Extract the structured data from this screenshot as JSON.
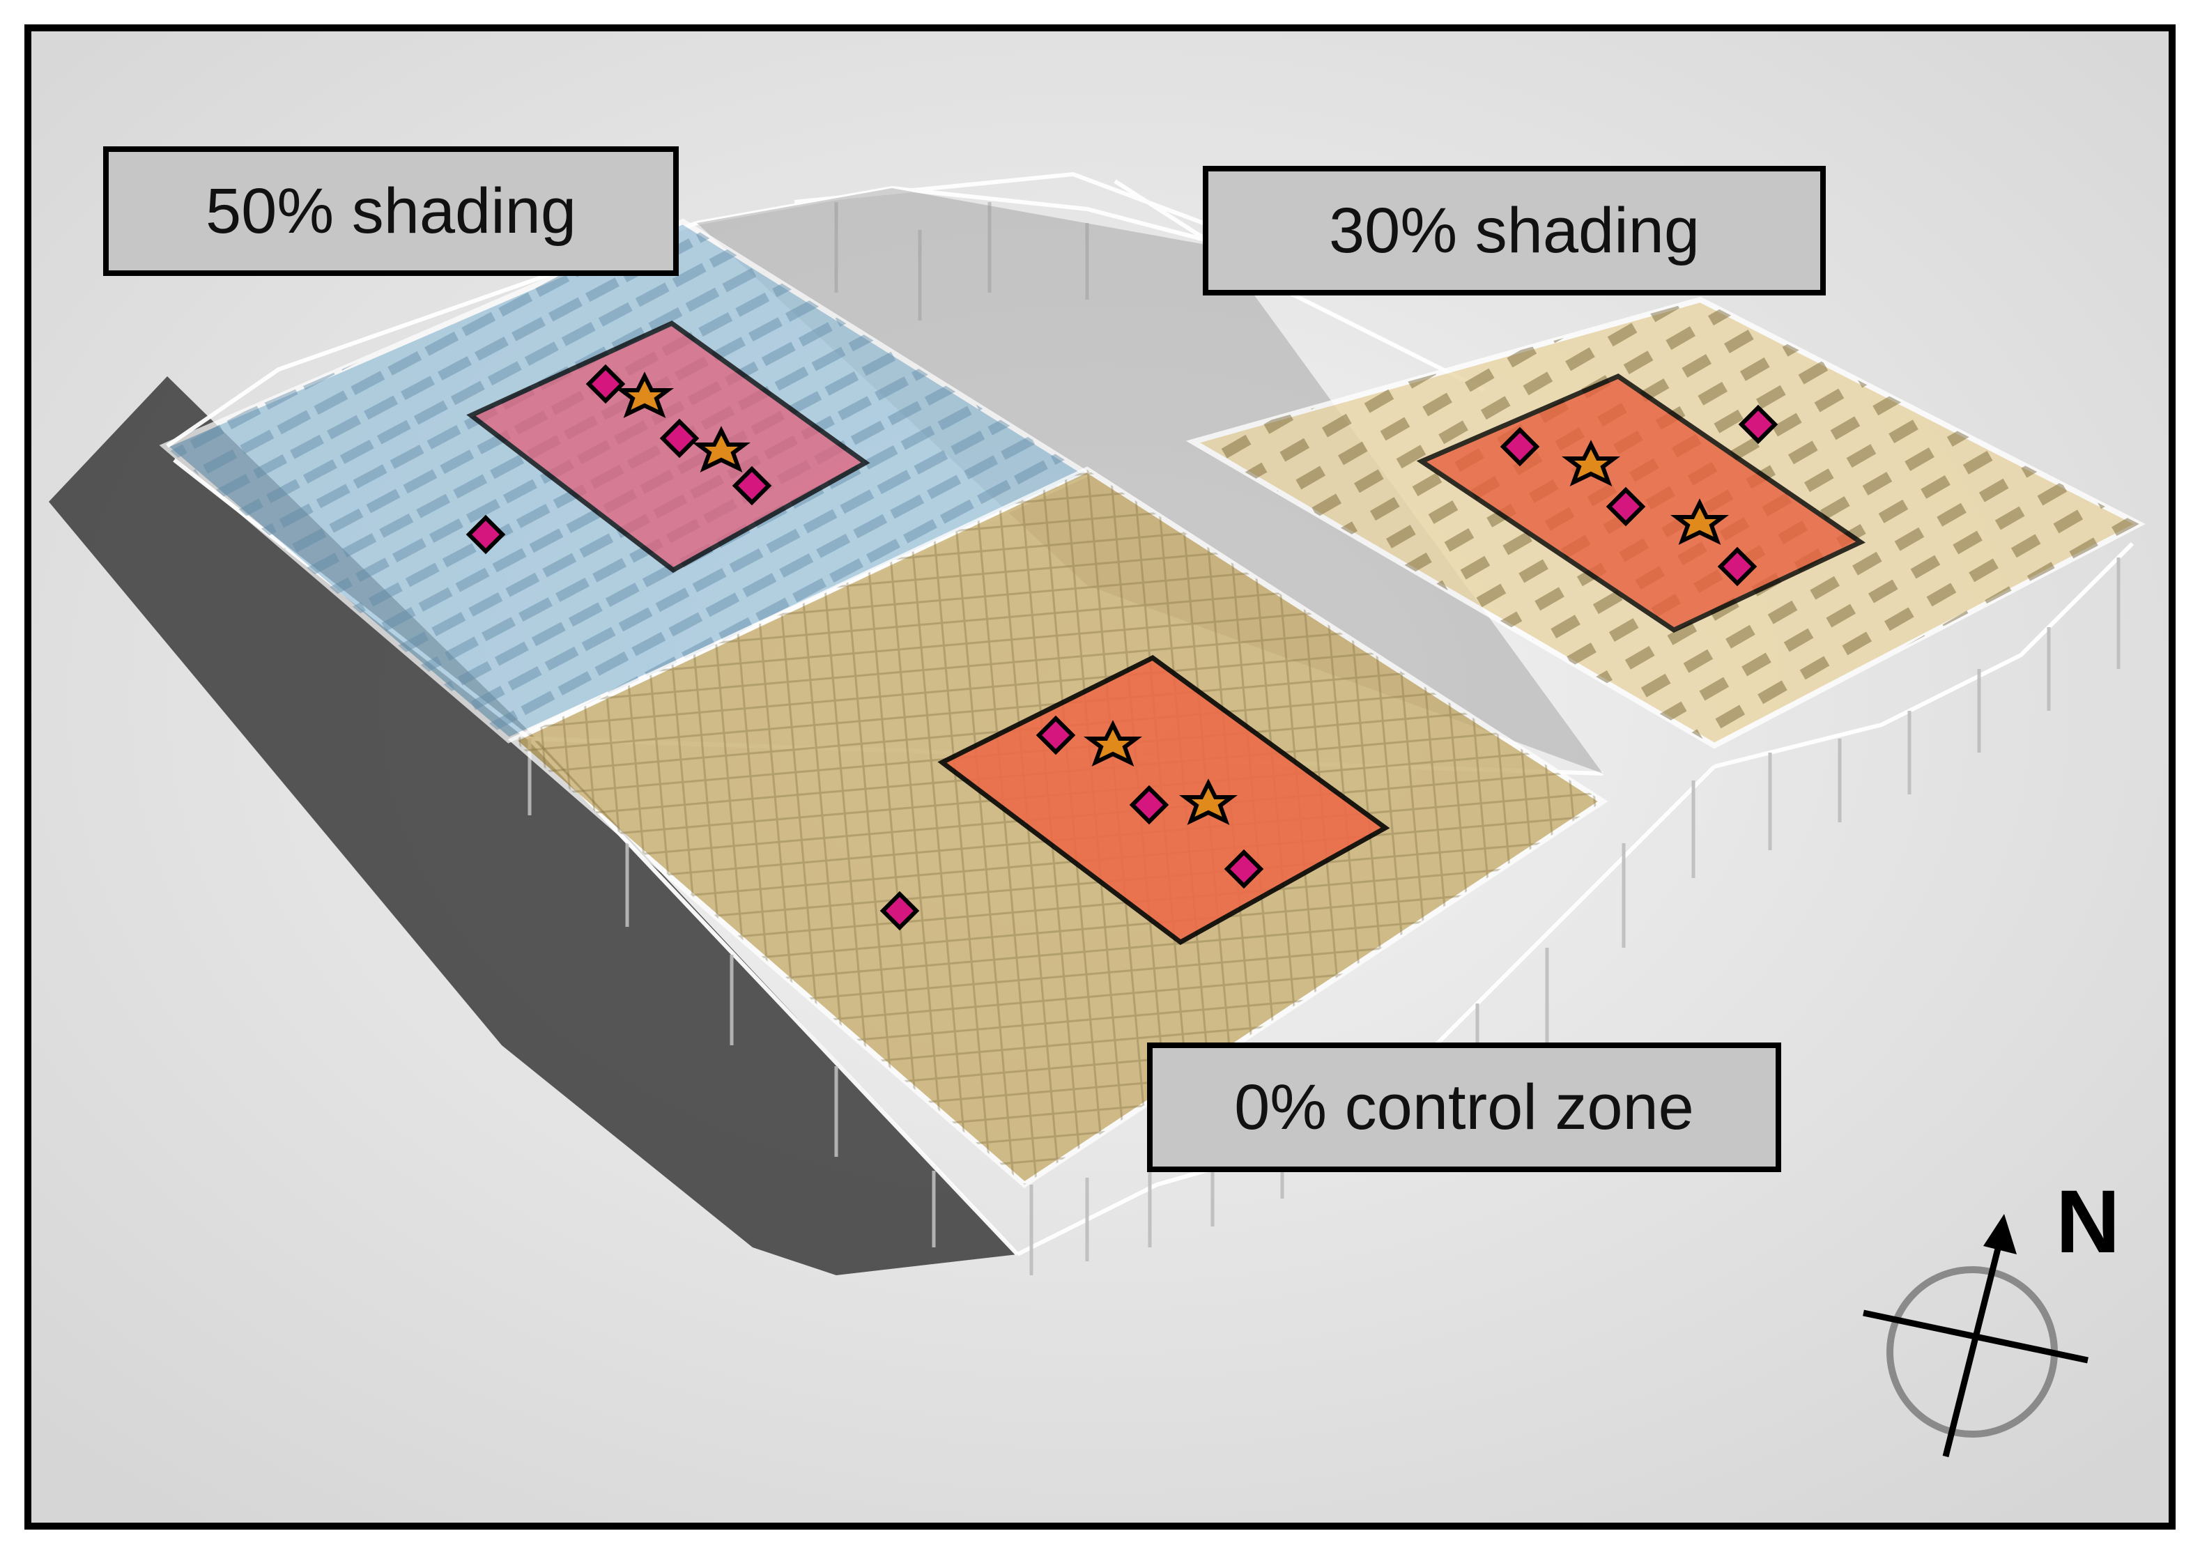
{
  "labels": {
    "shading_50": "50% shading",
    "shading_30": "30% shading",
    "control_0": "0% control zone"
  },
  "compass": {
    "north": "N"
  },
  "zones": [
    {
      "name": "50% shading",
      "color": "#9cc4dc"
    },
    {
      "name": "30% shading",
      "color": "#ead7a6"
    },
    {
      "name": "0% control zone",
      "color": "#c8ae6c"
    }
  ],
  "colors": {
    "measurement_area": "#e8603e",
    "diamond_marker": "#d6167f",
    "star_marker": "#e08a1c",
    "frame": "#000000",
    "background": "#e4e4e4"
  },
  "icons": [
    "diamond-marker-icon",
    "star-marker-icon",
    "north-arrow-icon",
    "compass-icon"
  ]
}
